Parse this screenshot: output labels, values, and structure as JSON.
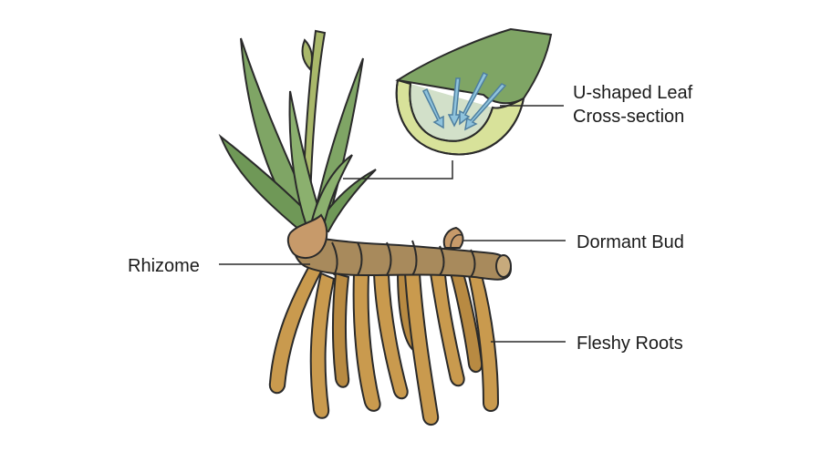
{
  "labels": {
    "leaf_cross_section_line1": "U-shaped Leaf",
    "leaf_cross_section_line2": "Cross-section",
    "dormant_bud": "Dormant Bud",
    "rhizome": "Rhizome",
    "fleshy_roots": "Fleshy Roots"
  },
  "colors": {
    "leaf": "#7fa565",
    "leaf_dark": "#5b7f45",
    "stem": "#a9b86a",
    "rhizome": "#a88a5c",
    "root": "#c99a4e",
    "root_dark": "#a97b34",
    "sheath": "#c79a6a",
    "inner_leaf": "#d8e29a",
    "arrow": "#8fc3dc",
    "outline": "#2a2a2a"
  }
}
